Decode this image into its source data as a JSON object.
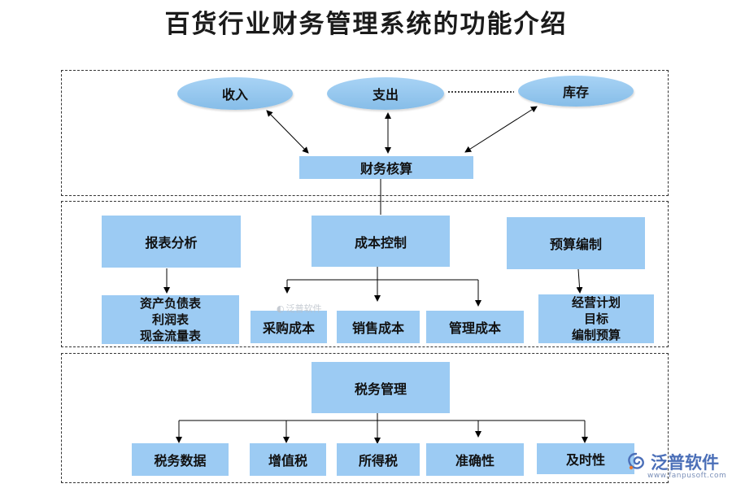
{
  "title": "百货行业财务管理系统的功能介绍",
  "top": {
    "income": "收入",
    "expense": "支出",
    "inventory": "库存",
    "accounting": "财务核算"
  },
  "middle": {
    "report": "报表分析",
    "report_items": [
      "资产负债表",
      "利润表",
      "现金流量表"
    ],
    "cost": "成本控制",
    "cost_items": [
      "采购成本",
      "销售成本",
      "管理成本"
    ],
    "budget": "预算编制",
    "budget_items": [
      "经营计划",
      "目标",
      "编制预算"
    ],
    "watermark": "泛普软件"
  },
  "bottom": {
    "tax": "税务管理",
    "tax_items": [
      "税务数据",
      "增值税",
      "所得税",
      "准确性",
      "及时性"
    ]
  },
  "logo": {
    "text": "泛普软件",
    "url": "www.fanpusoft.com"
  },
  "colors": {
    "box": "#9ccbf3",
    "ellipse": "#93c6ee"
  }
}
